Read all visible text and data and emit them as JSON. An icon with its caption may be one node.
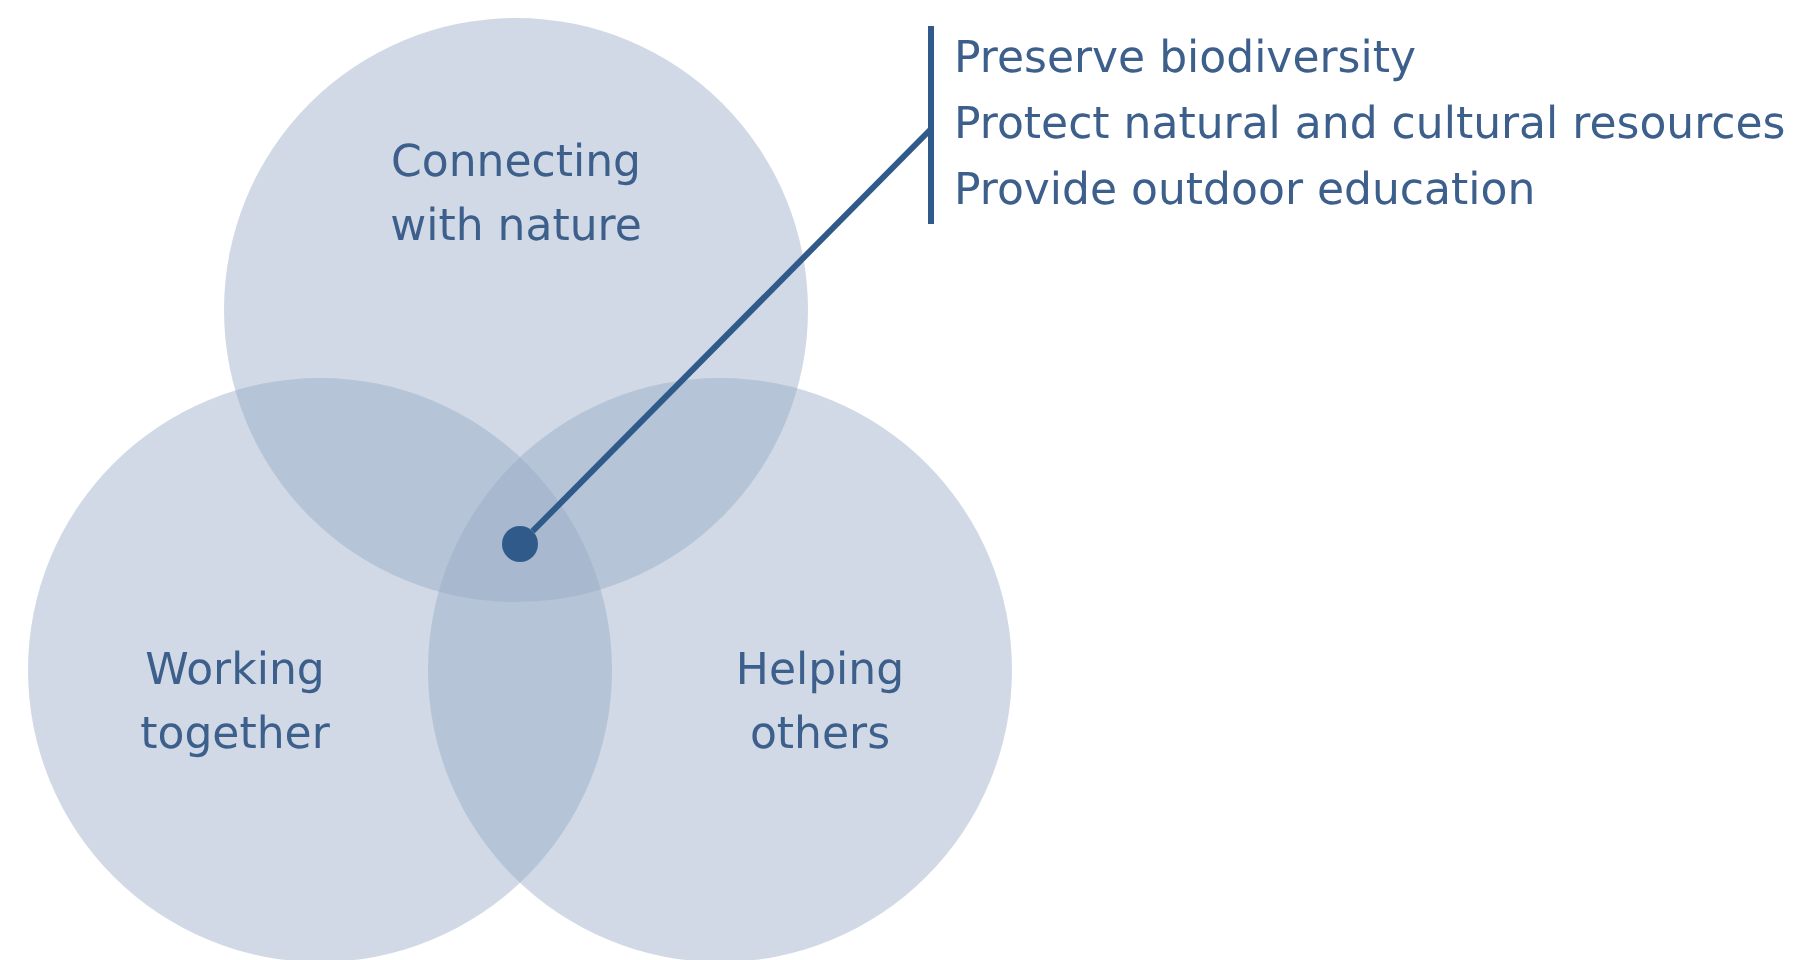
{
  "diagram": {
    "nodes": [
      {
        "text": [
          "Connecting with nature"
        ]
      },
      {
        "text": [
          "Working together"
        ]
      },
      {
        "text": [
          "Helping others"
        ]
      },
      {
        "text": [],
        "shape": "circle"
      },
      {
        "text": [
          "Preserve biodiversity",
          "Protect natural and cultural resources",
          "Provide outdoor education"
        ]
      }
    ],
    "edges": [
      {
        "from": 4,
        "to": 3,
        "arrow": "none"
      }
    ]
  }
}
